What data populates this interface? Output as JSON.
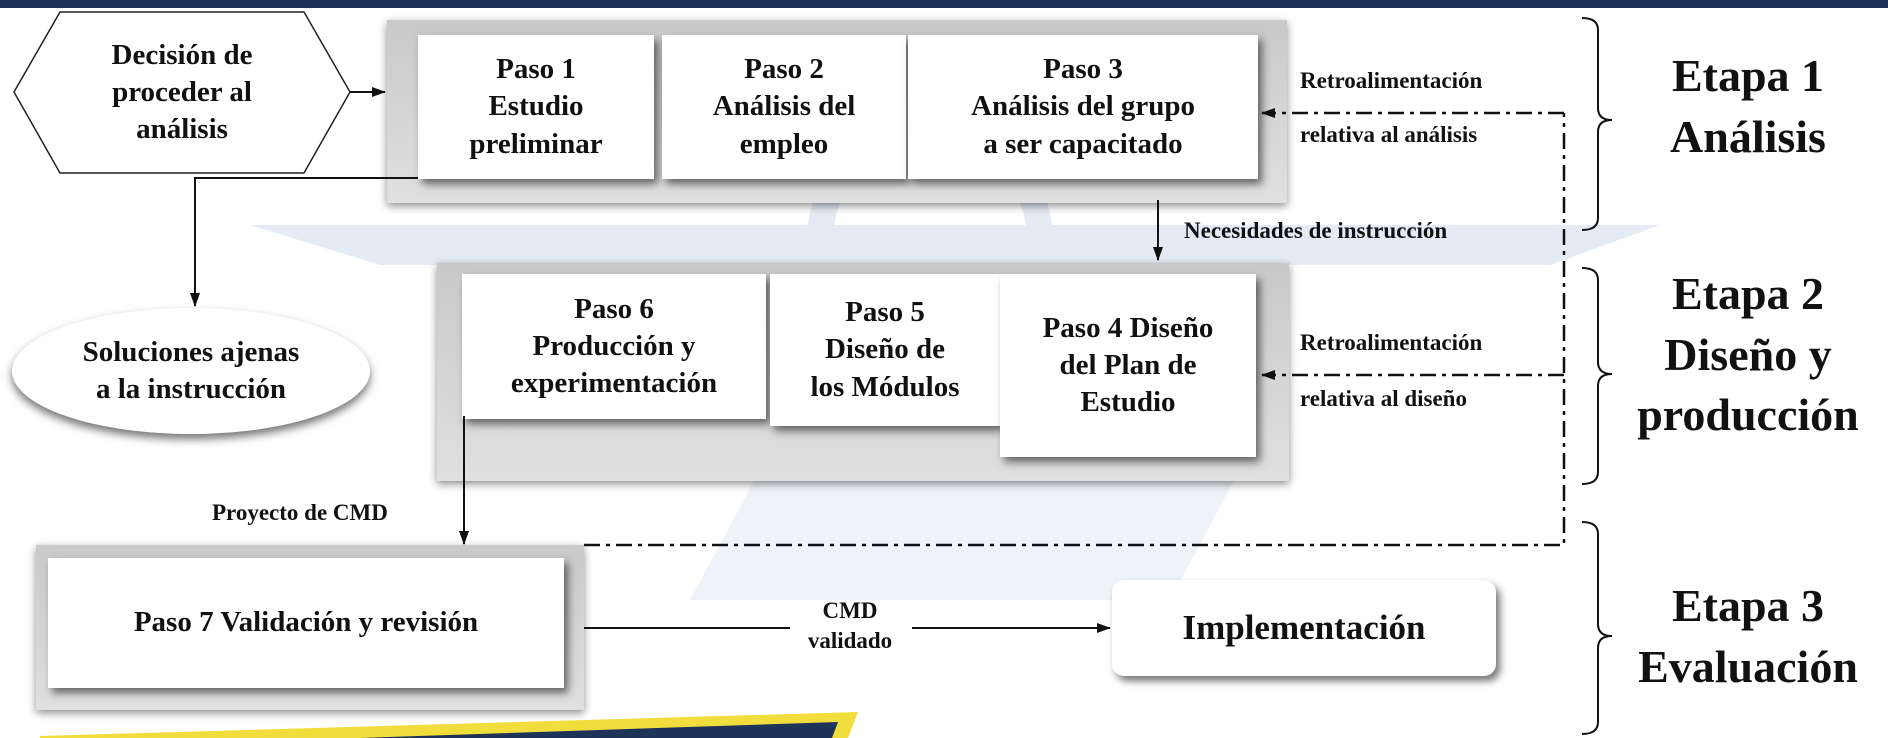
{
  "colors": {
    "topbar": "#1e3358",
    "watermark": "#dde6f3",
    "accent_yellow": "#f1dd3c"
  },
  "decision": {
    "lines": [
      "Decisión de",
      "proceder al",
      "análisis"
    ]
  },
  "alt_solutions": {
    "lines": [
      "Soluciones ajenas",
      "a la instrucción"
    ]
  },
  "steps": {
    "paso1": {
      "lines": [
        "Paso 1",
        "Estudio",
        "preliminar"
      ]
    },
    "paso2": {
      "lines": [
        "Paso 2",
        "Análisis del",
        "empleo"
      ]
    },
    "paso3": {
      "lines": [
        "Paso 3",
        "Análisis del grupo",
        "a ser capacitado"
      ]
    },
    "paso4": {
      "lines": [
        "Paso 4 Diseño",
        "del Plan de",
        "Estudio"
      ]
    },
    "paso5": {
      "lines": [
        "Paso 5",
        "Diseño de",
        "los Módulos"
      ]
    },
    "paso6": {
      "lines": [
        "Paso 6",
        "Producción y",
        "experimentación"
      ]
    },
    "paso7": {
      "label": "Paso 7 Validación y revisión"
    },
    "implementacion": {
      "label": "Implementación"
    }
  },
  "labels": {
    "feedback_analysis": [
      "Retroalimentación",
      "relativa al análisis"
    ],
    "needs": "Necesidades de instrucción",
    "feedback_design": [
      "Retroalimentación",
      "relativa al diseño"
    ],
    "project": "Proyecto de CMD",
    "validated": [
      "CMD",
      "validado"
    ]
  },
  "stages": {
    "stage1": [
      "Etapa 1",
      "Análisis"
    ],
    "stage2": [
      "Etapa 2",
      "Diseño y",
      "producción"
    ],
    "stage3": [
      "Etapa 3",
      "Evaluación"
    ]
  }
}
